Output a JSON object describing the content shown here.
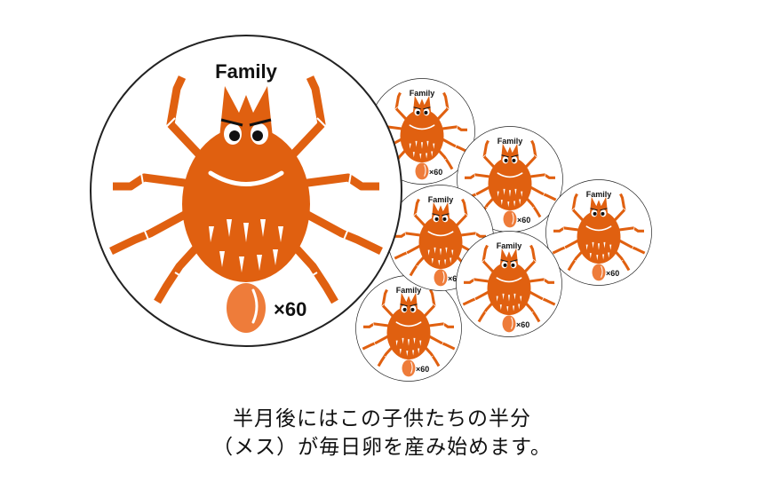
{
  "circle_label": "Family",
  "multiplier": "×",
  "egg_count": "60",
  "caption": {
    "line1": "半月後にはこの子供たちの半分",
    "line2": "（メス）が毎日卵を産み始めます。"
  },
  "colors": {
    "mite_body": "#e06010",
    "egg": "#ee7c3a",
    "outline": "#222222",
    "background": "#ffffff"
  },
  "icons": [
    "mite-icon",
    "egg-icon"
  ]
}
